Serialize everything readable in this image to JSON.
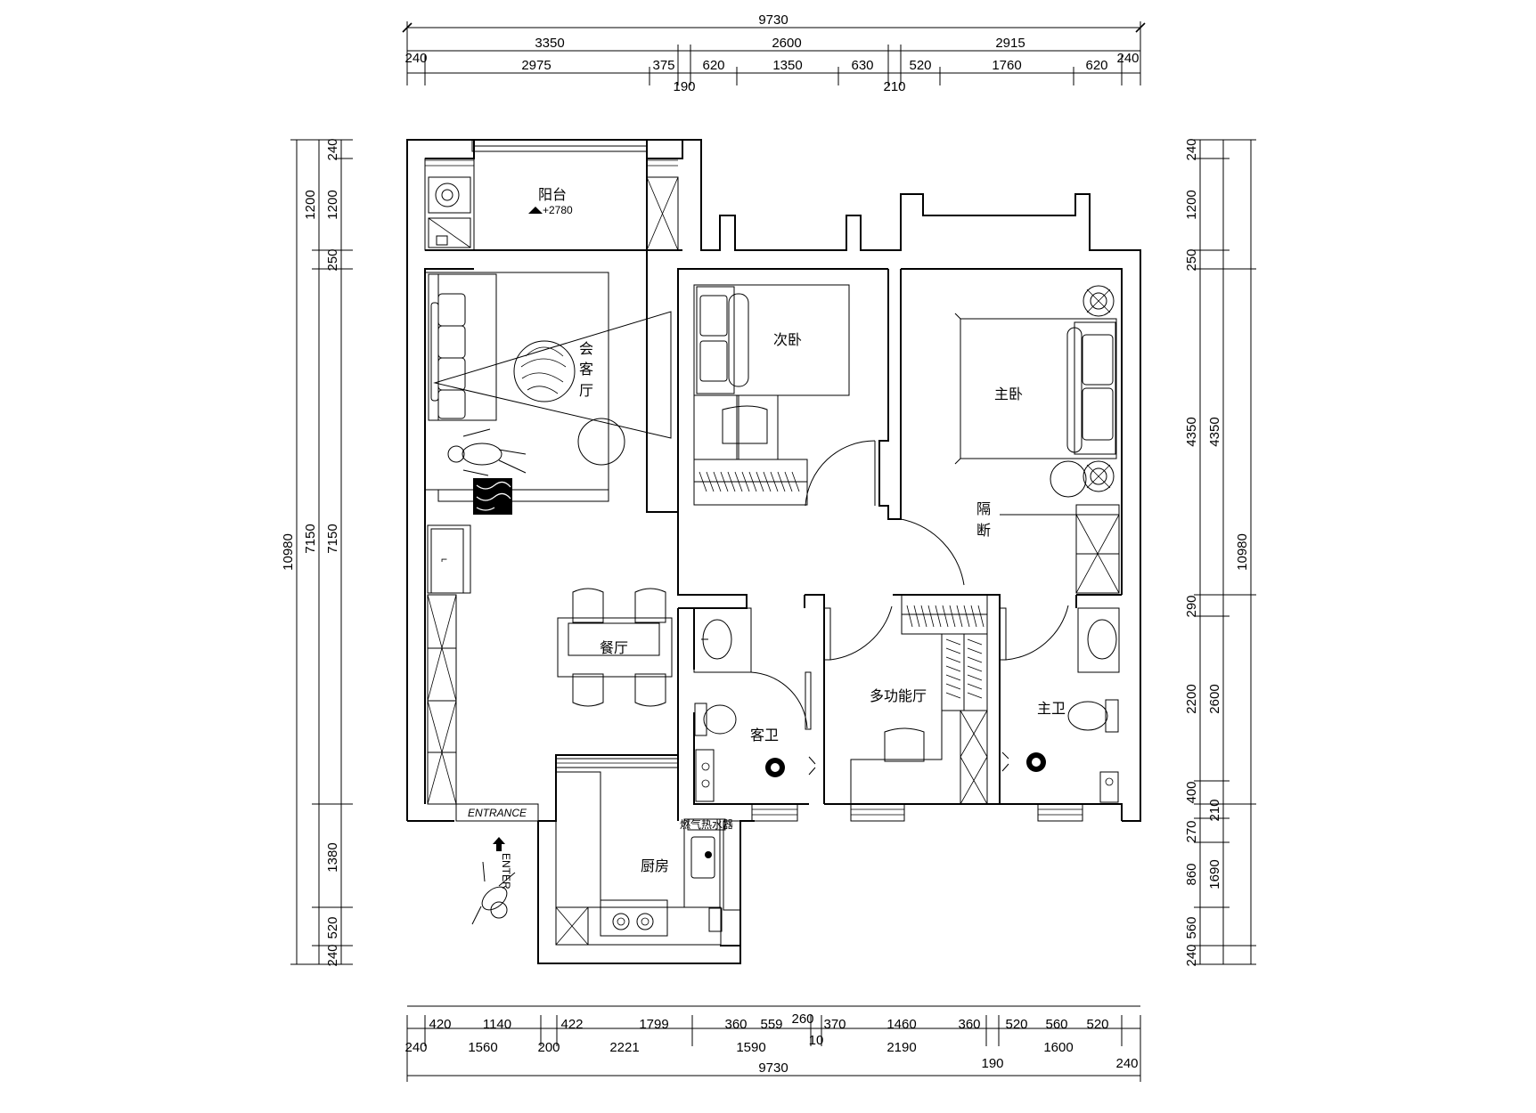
{
  "rooms": {
    "balcony": "阳台",
    "elevation": "+2780",
    "living_1": "会",
    "living_2": "客",
    "living_3": "厅",
    "second_bedroom": "次卧",
    "master_bedroom": "主卧",
    "partition_1": "隔",
    "partition_2": "断",
    "dining": "餐厅",
    "guest_bath": "客卫",
    "multi_room": "多功能厅",
    "master_bath": "主卫",
    "kitchen": "厨房",
    "entrance": "ENTRANCE",
    "enter": "ENTER",
    "heater_label": "燃气热水器"
  },
  "dims": {
    "top_total": "9730",
    "top_2": [
      "3350",
      "2600",
      "2915"
    ],
    "top_3": [
      "240",
      "2975",
      "375",
      "620",
      "1350",
      "630",
      "520",
      "1760",
      "620",
      "240"
    ],
    "top_3b": [
      "190",
      "210"
    ],
    "bottom_1": [
      "420",
      "1140",
      "422",
      "1799",
      "360",
      "559",
      "260",
      "370",
      "1460",
      "360",
      "520",
      "560",
      "520"
    ],
    "bottom_2": [
      "240",
      "1560",
      "200",
      "2221",
      "1590",
      "10",
      "2190",
      "190",
      "1600",
      "240"
    ],
    "bottom_total": "9730",
    "left_total": "10980",
    "left_2": [
      "7150",
      "1380",
      "520",
      "240"
    ],
    "left_3": [
      "240",
      "1200",
      "250",
      "7150"
    ],
    "left_2_top": "1200",
    "right_total": "10980",
    "right_2": [
      "240",
      "1200",
      "250",
      "4350",
      "2600",
      "1690",
      "240"
    ],
    "right_3": [
      "4350",
      "290",
      "2200",
      "400",
      "210",
      "270",
      "860",
      "560"
    ]
  }
}
